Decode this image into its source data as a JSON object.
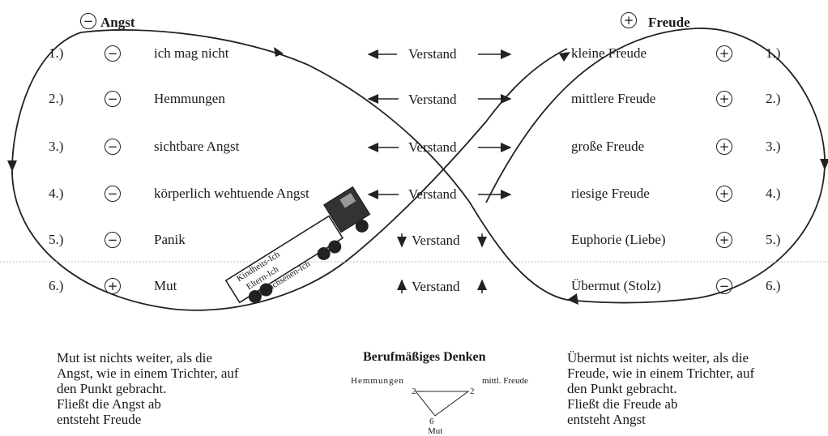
{
  "left_header": {
    "symbol": "−",
    "title": "Angst"
  },
  "right_header": {
    "symbol": "+",
    "title": "Freude"
  },
  "left_rows": [
    {
      "num": "1.)",
      "sign": "−",
      "label": "ich mag nicht"
    },
    {
      "num": "2.)",
      "sign": "−",
      "label": "Hemmungen"
    },
    {
      "num": "3.)",
      "sign": "−",
      "label": "sichtbare Angst"
    },
    {
      "num": "4.)",
      "sign": "−",
      "label": "körperlich wehtuende Angst"
    },
    {
      "num": "5.)",
      "sign": "−",
      "label": "Panik"
    },
    {
      "num": "6.)",
      "sign": "+",
      "label": "Mut"
    }
  ],
  "middle_rows": [
    {
      "label": "Verstand",
      "arrows": "horizontal"
    },
    {
      "label": "Verstand",
      "arrows": "horizontal"
    },
    {
      "label": "Verstand",
      "arrows": "horizontal"
    },
    {
      "label": "Verstand",
      "arrows": "horizontal"
    },
    {
      "label": "Verstand",
      "arrows": "down"
    },
    {
      "label": "Verstand",
      "arrows": "up"
    }
  ],
  "right_rows": [
    {
      "num": "1.)",
      "sign": "+",
      "label": "kleine Freude"
    },
    {
      "num": "2.)",
      "sign": "+",
      "label": "mittlere Freude"
    },
    {
      "num": "3.)",
      "sign": "+",
      "label": "große Freude"
    },
    {
      "num": "4.)",
      "sign": "+",
      "label": "riesige Freude"
    },
    {
      "num": "5.)",
      "sign": "+",
      "label": "Euphorie (Liebe)"
    },
    {
      "num": "6.)",
      "sign": "−",
      "label": "Übermut (Stolz)"
    }
  ],
  "truck_labels": [
    "Kindheits-Ich",
    "Eltern-Ich",
    "Erwachsenen-Ich"
  ],
  "left_text": [
    "Mut ist nichts weiter, als die",
    "Angst, wie in einem Trichter, auf",
    "den Punkt gebracht.",
    "Fließt die Angst ab",
    "entsteht Freude"
  ],
  "right_text": [
    "Übermut ist nichts weiter, als die",
    "Freude, wie in einem Trichter, auf",
    "den Punkt gebracht.",
    "Fließt die Freude ab",
    "entsteht Angst"
  ],
  "triangle": {
    "title": "Berufmäßiges Denken",
    "left_label": "Hemmungen",
    "left_value": "2",
    "right_label": "mittl. Freude",
    "right_value": "2",
    "bottom_value": "6",
    "bottom_label": "Mut"
  }
}
